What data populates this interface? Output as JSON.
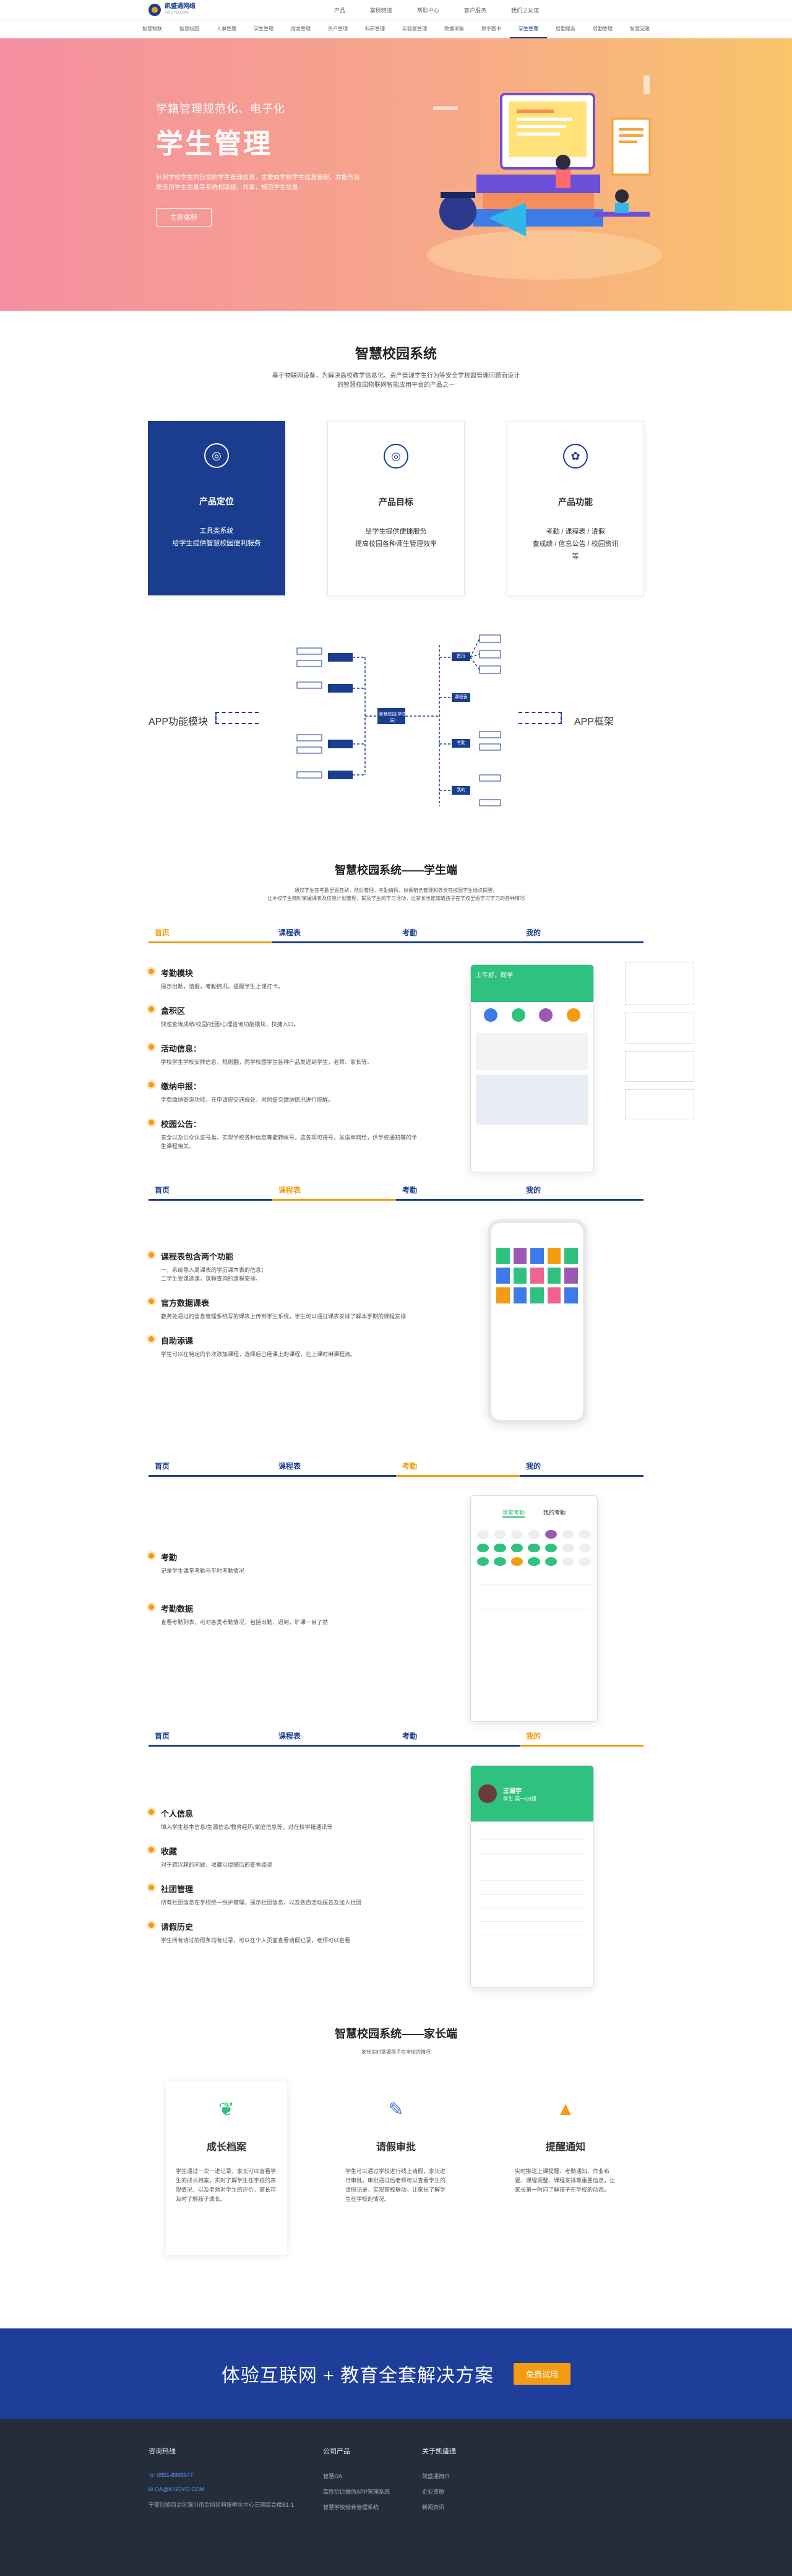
{
  "brand": {
    "name": "凯盛通网络",
    "sub": "KISOYO.COM"
  },
  "topnav": [
    "产品",
    "案例精选",
    "帮助中心",
    "客户服务",
    "我们之友谊"
  ],
  "subnav": [
    "智慧物联",
    "智慧校园",
    "人事管理",
    "学生管理",
    "宿舍管理",
    "资产管理",
    "科研管理",
    "实验室管理",
    "数据采集",
    "数字图书",
    "学生管理",
    "后勤服务",
    "后勤管理",
    "智慧党建"
  ],
  "subnav_active": 10,
  "hero": {
    "sub": "学籍管理规范化、电子化",
    "title": "学生管理",
    "desc": "针对学校学生的日常的学生管理信息，主要向学校学生信息管理，并能与各类应用学生信息等系统相联接，共享，规范学生信息",
    "btn": "立即体验"
  },
  "intro": {
    "title": "智慧校园系统",
    "desc1": "基于物联网设备，为解决高校教学信息化、资产管理学生行为等安全学校园管理问题而设计",
    "desc2": "的智慧校园物联网智能应用平台的产品之一"
  },
  "cards": [
    {
      "icon": "target-icon",
      "title": "产品定位",
      "text": "工具类系统\n给学生提供智慧校园便利服务"
    },
    {
      "icon": "target-icon",
      "title": "产品目标",
      "text": "给学生提供便捷服务\n提高校园各种师生管理效率"
    },
    {
      "icon": "feature-icon",
      "title": "产品功能",
      "text": "考勤 / 课程表 / 请假\n查成绩 / 信息公告 / 校园资讯\n等"
    }
  ],
  "diagram": {
    "left": "APP功能模块",
    "right": "APP框架",
    "center": "智慧校园(学生端)",
    "nodes": [
      "首页",
      "课程表",
      "考勤",
      "我的"
    ]
  },
  "student": {
    "title": "智慧校园系统——学生端",
    "desc1": "通过学生在考勤里面签到，然后管理，考勤请假，协调宿舍管理和各类在校园学生线点提醒，",
    "desc2": "让本校学生随时掌握课表及信息计划管理，提及学生的学习活动，让家长也能知道孩子在学校里面学习学习的各种情况"
  },
  "tabs": [
    "首页",
    "课程表",
    "考勤",
    "我的"
  ],
  "sec1": [
    {
      "t": "考勤模块",
      "d": "展示出勤，请假，考勤情况，提醒学生上课打卡。"
    },
    {
      "t": "盒积区",
      "d": "快速查询成绩/校园/社团/心理咨询功能模块，快捷入口。"
    },
    {
      "t": "活动信息：",
      "d": "学校学生学校安排信息，规则翻，同学校园学生各种产品发送到学生，老师、家长等。"
    },
    {
      "t": "缴纳申报：",
      "d": "学费缴纳查询功能，在申请提交违规处，对照提交缴纳情况进行提醒。"
    },
    {
      "t": "校园公告：",
      "d": "安全以及公众认证号类，实现学校各种信息等能转帐号，这各项可得号，发送单网给，供学校通知等的学生课程相关。"
    }
  ],
  "sec2": [
    {
      "t": "课程表包含两个功能",
      "d": "一，系统导入周课表的学历课本表的信息；\n二学生受课选课，课程查询的课程安排。"
    },
    {
      "t": "官方数据课表",
      "d": "教务处通过的信息管理系统写的课表上传到学生系统，学生可以通过课表安排了解本学期的课程安排"
    },
    {
      "t": "自助添课",
      "d": "学生可以在特定的节次添加课程，选择后已经课上的课程，在上课时用课程清。"
    }
  ],
  "sec3": [
    {
      "t": "考勤",
      "d": "记录学生课堂考勤与平时考勤情况"
    },
    {
      "t": "考勤数据",
      "d": "查看考勤列表，可对各类考勤情况，包括出勤，迟到，旷课一目了然"
    }
  ],
  "sec4": [
    {
      "t": "个人信息",
      "d": "填入学生基本信息/生源信息/教育经历/家庭信息等，对在校学籍通讯等"
    },
    {
      "t": "收藏",
      "d": "对于感兴趣的问题，收藏以便随后的查看阅读"
    },
    {
      "t": "社团管理",
      "d": "所有社团信息在学校统一维护管理，展示社团信息，以及各自活动报名及加入社团"
    },
    {
      "t": "请假历史",
      "d": "学生所有请过的假条均有记录，可以在个人页面查看请假记录，老师可以查看"
    }
  ],
  "phone": {
    "greet": "上午好，同学",
    "cal_title": "课堂考勤",
    "cal_tab2": "我的考勤",
    "name": "王涵宇",
    "sub": "学生 高一(3)班"
  },
  "parent": {
    "title": "智慧校园系统——家长端",
    "desc": "家长实时掌握孩子在学校的情况",
    "cards": [
      {
        "title": "成长档案",
        "text": "学生通过一次一进记录，家长可以查看学生的成长档案，实时了解学生在学校的表现情况，以及老师对学生的评价，家长可及时了解孩子成长。"
      },
      {
        "title": "请假审批",
        "text": "学生可以通过学校进行线上请假，家长进行审批，审批通过后老师可以查看学生的请假记录，实现家校联动，让家长了解学生在学校的情况。"
      },
      {
        "title": "提醒通知",
        "text": "实时推送上课提醒、考勤通知、作业布置、课程调整、课程安排等重要信息，让家长第一时间了解孩子在学校的动态。"
      }
    ]
  },
  "cta": {
    "title": "体验互联网 + 教育全套解决方案",
    "btn": "免费试用"
  },
  "footer": {
    "contact_title": "咨询热线",
    "tel": "0951-8998977",
    "mail": "OA@KISOYO.COM",
    "addr": "宁夏回族自治区银川市金凤区科技孵化中心三期综合楼B1-1",
    "products_title": "公司产品",
    "products": [
      "智慧OA",
      "高性价比微信APP管理系统",
      "智慧学校综合管理系统"
    ],
    "about_title": "关于凯盛通",
    "about": [
      "凯盛通简介",
      "企业资质",
      "新闻资讯"
    ]
  }
}
